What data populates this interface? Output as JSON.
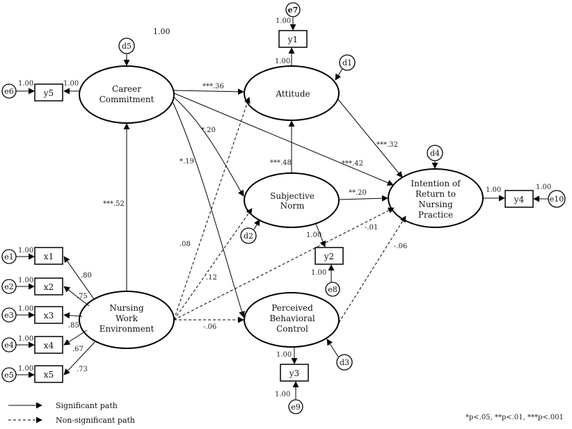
{
  "top_value": "1.00",
  "latent": {
    "career": [
      "Career",
      "Commitment"
    ],
    "attitude": [
      "Attitude"
    ],
    "subjective": [
      "Subjective",
      "Norm"
    ],
    "intention": [
      "Intention of",
      "Return to",
      "Nursing",
      "Practice"
    ],
    "nursing": [
      "Nursing",
      "Work",
      "Environment"
    ],
    "perceived": [
      "Perceived",
      "Behavioral",
      "Control"
    ]
  },
  "observed": {
    "y1": "y1",
    "y2": "y2",
    "y3": "y3",
    "y4": "y4",
    "y5": "y5",
    "x1": "x1",
    "x2": "x2",
    "x3": "x3",
    "x4": "x4",
    "x5": "x5"
  },
  "errors": {
    "e1": "e1",
    "e2": "e2",
    "e3": "e3",
    "e4": "e4",
    "e5": "e5",
    "e6": "e6",
    "e7": "e7",
    "e8": "e8",
    "e9": "e9",
    "e10": "e10",
    "d1": "d1",
    "d2": "d2",
    "d3": "d3",
    "d4": "d4",
    "d5": "d5"
  },
  "coefficients": {
    "cc_att": "***.36",
    "cc_sn": "*.20",
    "cc_pbc": "*.19",
    "cc_int": "***.42",
    "nwe_cc": "***.52",
    "nwe_att": ".08",
    "nwe_sn": ".12",
    "nwe_pbc": "-.06",
    "nwe_int": "-.01",
    "sn_att": "***.48",
    "sn_int": "**.20",
    "att_int": "***.32",
    "pbc_int": "-.06",
    "x1": ".80",
    "x2": ".75",
    "x3": ".85",
    "x4": ".67",
    "x5": ".73"
  },
  "fixed_loadings": {
    "e1": "1.00",
    "e2": "1.00",
    "e3": "1.00",
    "e4": "1.00",
    "e5": "1.00",
    "e6": "1.00",
    "y5": "1.00",
    "e7": "1.00",
    "y1": "1.00",
    "y2": "1.00",
    "e8": "1.00",
    "y3": "1.00",
    "e9": "1.00",
    "y4": "1.00",
    "e10": "1.00"
  },
  "legend": {
    "significant": "Significant path",
    "nonsignificant": "Non-significant path"
  },
  "footnote": "*p<.05, **p<.01, ***p<.001"
}
